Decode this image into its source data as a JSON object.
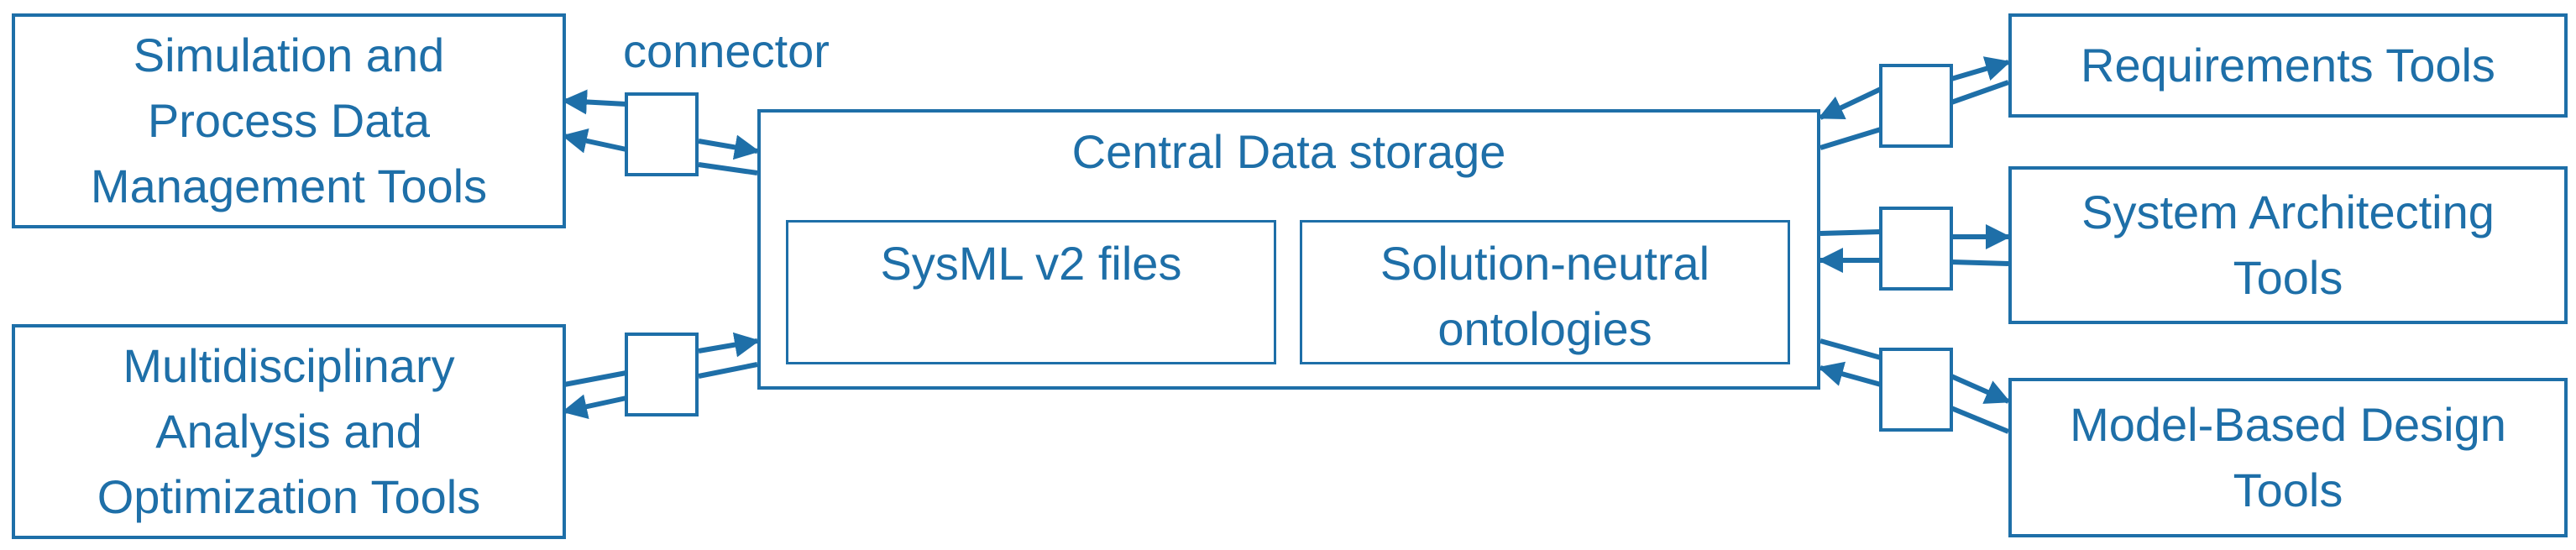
{
  "connector_label": "connector",
  "central": {
    "title": "Central Data storage",
    "files": "SysML v2 files",
    "ontologies_line1": "Solution-neutral",
    "ontologies_line2": "ontologies"
  },
  "left_tools": {
    "simulation": {
      "line1": "Simulation and",
      "line2": "Process Data",
      "line3": "Management Tools"
    },
    "mdo": {
      "line1": "Multidisciplinary",
      "line2": "Analysis and",
      "line3": "Optimization Tools"
    }
  },
  "right_tools": {
    "requirements": {
      "line1": "Requirements Tools"
    },
    "architecting": {
      "line1": "System Architecting",
      "line2": "Tools"
    },
    "mbd": {
      "line1": "Model-Based Design",
      "line2": "Tools"
    }
  },
  "colors": {
    "stroke": "#1e6fa8",
    "text": "#1e6fa8",
    "background": "#ffffff"
  }
}
